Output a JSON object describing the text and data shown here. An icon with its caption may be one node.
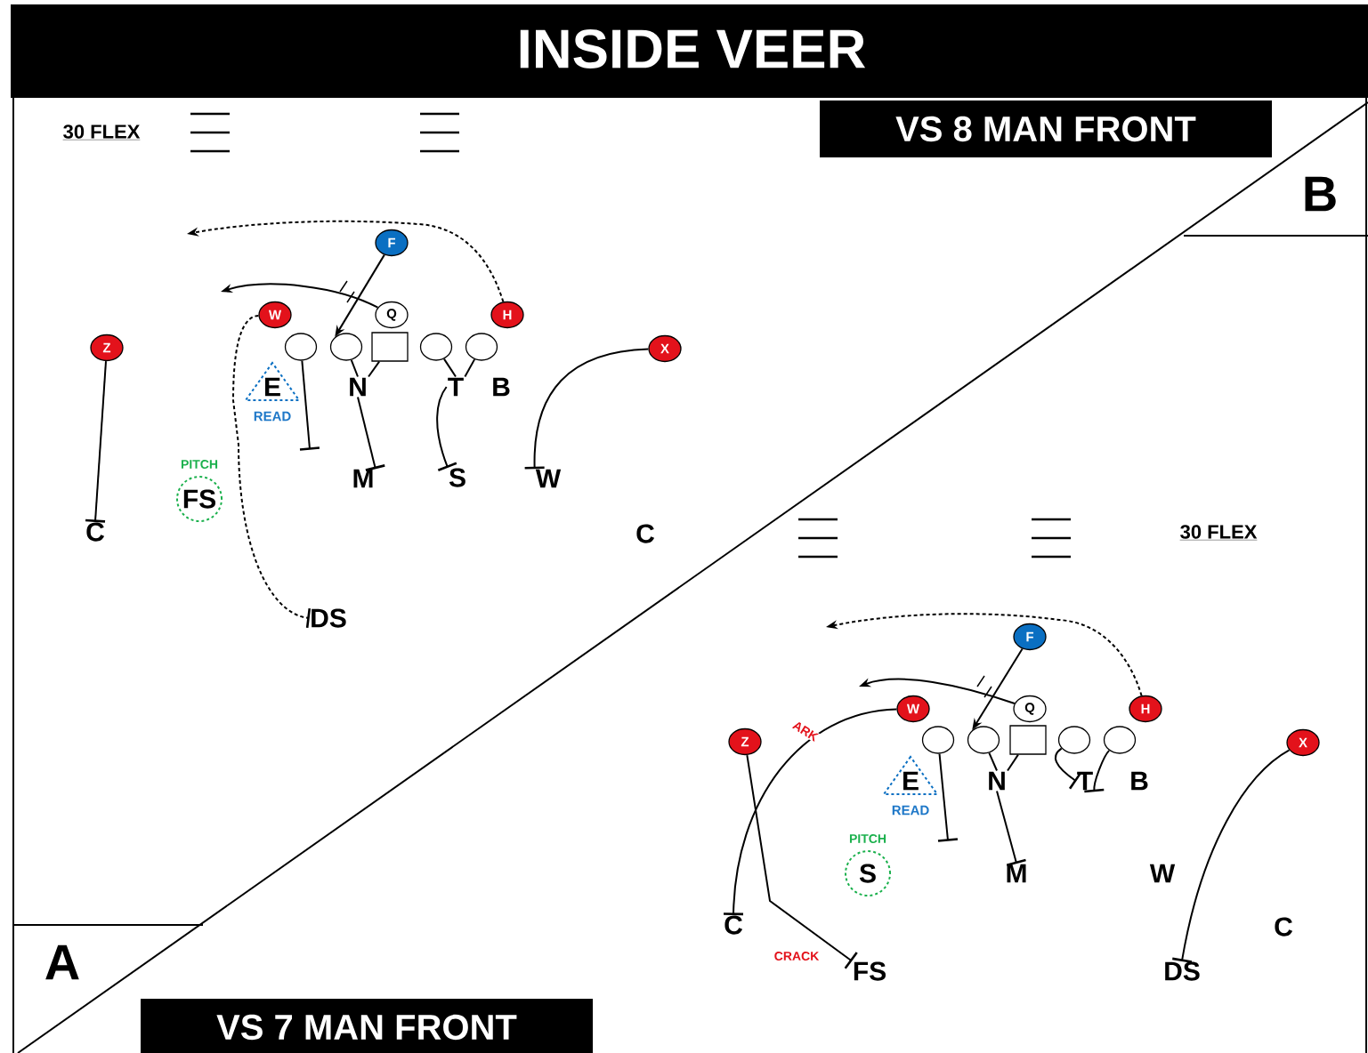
{
  "diagram": {
    "title": "INSIDE VEER",
    "nodes": [
      {
        "text": [
          "Z"
        ]
      },
      {
        "text": [
          "W"
        ]
      },
      {
        "text": [
          "F"
        ]
      },
      {
        "text": [
          "Q"
        ]
      },
      {
        "text": [
          "H"
        ]
      },
      {
        "text": [
          "X"
        ]
      },
      {
        "text": [],
        "shape": "circle"
      },
      {
        "text": [],
        "shape": "circle"
      },
      {
        "text": [],
        "shape": "box"
      },
      {
        "text": [],
        "shape": "circle"
      },
      {
        "text": [],
        "shape": "circle"
      },
      {
        "text": [
          "E"
        ],
        "beside": [
          "READ"
        ]
      },
      {
        "text": [
          "N"
        ]
      },
      {
        "text": [
          "T"
        ]
      },
      {
        "text": [
          "B"
        ]
      },
      {
        "text": [
          "M"
        ]
      },
      {
        "text": [
          "S"
        ]
      },
      {
        "text": [
          "W"
        ]
      },
      {
        "text": [
          "C"
        ]
      },
      {
        "text": [
          "FS"
        ],
        "beside": [
          "PITCH"
        ]
      },
      {
        "text": [
          "C"
        ]
      },
      {
        "text": [
          "DS"
        ]
      },
      {
        "text": [
          "W"
        ]
      },
      {
        "text": [
          "F"
        ]
      },
      {
        "text": [
          "Q"
        ]
      },
      {
        "text": [
          "H"
        ]
      },
      {
        "text": [
          "Z"
        ]
      },
      {
        "text": [
          "X"
        ]
      },
      {
        "text": [],
        "shape": "circle"
      },
      {
        "text": [],
        "shape": "circle"
      },
      {
        "text": [],
        "shape": "box"
      },
      {
        "text": [],
        "shape": "circle"
      },
      {
        "text": [],
        "shape": "circle"
      },
      {
        "text": [
          "E"
        ],
        "beside": [
          "READ"
        ]
      },
      {
        "text": [
          "N"
        ]
      },
      {
        "text": [
          "T"
        ]
      },
      {
        "text": [
          "B"
        ]
      },
      {
        "text": [
          "S"
        ],
        "beside": [
          "PITCH"
        ]
      },
      {
        "text": [
          "M"
        ]
      },
      {
        "text": [
          "W"
        ]
      },
      {
        "text": [
          "C"
        ]
      },
      {
        "text": [
          "FS"
        ]
      },
      {
        "text": [
          "DS"
        ]
      },
      {
        "text": [
          "C"
        ]
      }
    ],
    "edges": [
      {
        "from": 0,
        "to": 18,
        "arrow": "other"
      },
      {
        "from": 1,
        "to": 21,
        "arrow": "other",
        "style": "dashed"
      },
      {
        "from": 2,
        "to": 7,
        "arrow": "to"
      },
      {
        "from": 3,
        "to": null,
        "arrow": "to"
      },
      {
        "from": 4,
        "to": null,
        "arrow": "to",
        "style": "dashed"
      },
      {
        "from": 5,
        "to": 17,
        "arrow": "other"
      },
      {
        "from": 6,
        "to": null,
        "arrow": "other"
      },
      {
        "from": 7,
        "to": 12,
        "arrow": "none"
      },
      {
        "from": 8,
        "to": 12,
        "arrow": "none"
      },
      {
        "from": 12,
        "to": 15,
        "arrow": "other"
      },
      {
        "from": 9,
        "to": 13,
        "arrow": "none"
      },
      {
        "from": 10,
        "to": 13,
        "arrow": "none"
      },
      {
        "from": 13,
        "to": 16,
        "arrow": "other"
      },
      {
        "from": 22,
        "to": 40,
        "arrow": "other",
        "label": "ARK"
      },
      {
        "from": 26,
        "to": 41,
        "arrow": "other",
        "label": "CRACK"
      },
      {
        "from": 23,
        "to": 29,
        "arrow": "to"
      },
      {
        "from": 24,
        "to": null,
        "arrow": "to"
      },
      {
        "from": 25,
        "to": null,
        "arrow": "to",
        "style": "dashed"
      },
      {
        "from": 27,
        "to": 42,
        "arrow": "other"
      },
      {
        "from": 28,
        "to": null,
        "arrow": "other"
      },
      {
        "from": 29,
        "to": 34,
        "arrow": "none"
      },
      {
        "from": 30,
        "to": 34,
        "arrow": "none"
      },
      {
        "from": 34,
        "to": 38,
        "arrow": "other"
      },
      {
        "from": 31,
        "to": 35,
        "arrow": "other"
      },
      {
        "from": 32,
        "to": 35,
        "arrow": "other"
      }
    ],
    "labels": [
      "30 FLEX",
      "VS 8 MAN FRONT",
      "B",
      "30 FLEX",
      "A",
      "VS 7 MAN FRONT"
    ]
  }
}
